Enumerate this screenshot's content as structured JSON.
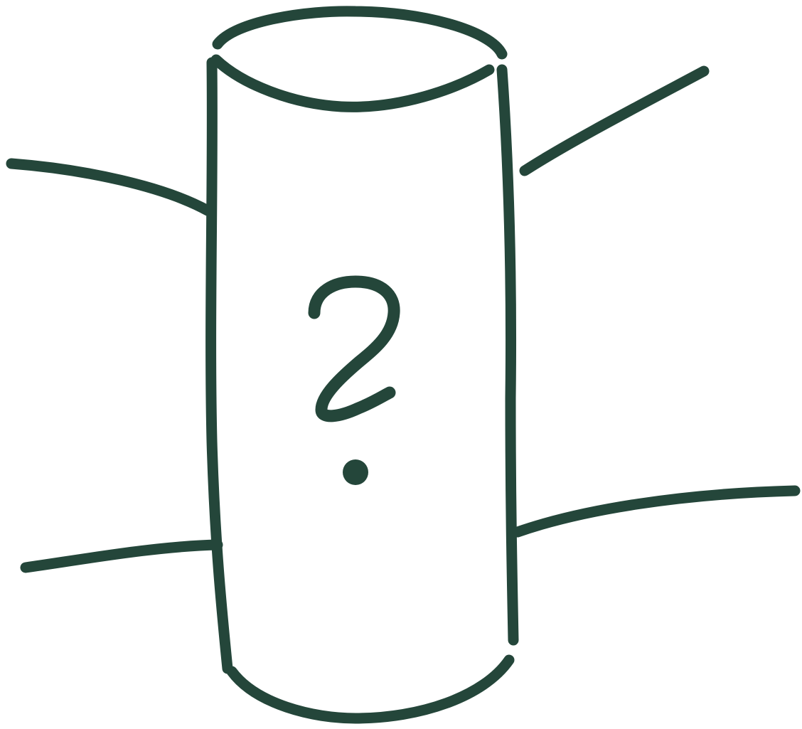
{
  "ink_color": "#24463a",
  "background_color": "#ffffff",
  "symbol": "?",
  "elements": [
    {
      "name": "cylinder-top-ellipse",
      "shape": "ellipse"
    },
    {
      "name": "cylinder-left-side",
      "shape": "line"
    },
    {
      "name": "cylinder-right-side",
      "shape": "line"
    },
    {
      "name": "cylinder-bottom-arc",
      "shape": "arc"
    },
    {
      "name": "connector-left-upper",
      "shape": "line"
    },
    {
      "name": "connector-right-upper",
      "shape": "line"
    },
    {
      "name": "connector-left-lower",
      "shape": "line"
    },
    {
      "name": "connector-right-lower",
      "shape": "line"
    },
    {
      "name": "question-mark-icon",
      "shape": "glyph"
    }
  ]
}
